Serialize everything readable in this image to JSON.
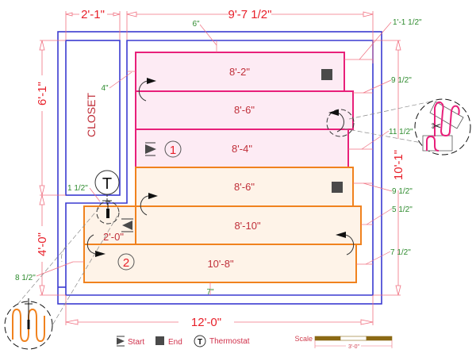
{
  "colors": {
    "wall": "#3a3ad0",
    "dimension": "#f07080",
    "dimension_text": "#e8202a",
    "clearance_text": "#2e8b2e",
    "mat1_stroke": "#e8207a",
    "mat1_fill": "#fdebf4",
    "mat2_stroke": "#f0821e",
    "mat2_fill": "#fef3e8",
    "marker": "#4a4a4a"
  },
  "room": {
    "closet_label": "CLOSET"
  },
  "dimensions": {
    "closet_width": "2'-1\"",
    "main_width": "9'-7 1/2\"",
    "total_width": "12'-0\"",
    "closet_depth": "6'-1\"",
    "lower_left": "4'-0\"",
    "total_height": "10'-1\""
  },
  "clearances": {
    "top": "6\"",
    "left_upper": "4\"",
    "right_top": "1'-1 1/2\"",
    "right_r2": "9 1/2\"",
    "right_r3": "11 1/2\"",
    "right_r4": "9 1/2\"",
    "right_r5": "5 1/2\"",
    "right_r6": "7 1/2\"",
    "thermostat": "1 1/2\"",
    "left_lower": "8 1/2\"",
    "bottom": "7\""
  },
  "mats": [
    {
      "id": "1",
      "runs": [
        {
          "label": "8'-2\"",
          "marker": "end"
        },
        {
          "label": "8'-6\"",
          "marker": "none"
        },
        {
          "label": "8'-4\"",
          "marker": "start"
        }
      ]
    },
    {
      "id": "2",
      "runs": [
        {
          "label": "8'-6\"",
          "marker": "end"
        },
        {
          "label": "8'-10\"",
          "marker": "start"
        },
        {
          "label": "2'-0\"",
          "marker": "none"
        },
        {
          "label": "10'-8\"",
          "marker": "none"
        }
      ]
    }
  ],
  "thermostat_symbol": "T",
  "legend": {
    "start": "Start",
    "end": "End",
    "thermostat": "Thermostat",
    "thermostat_symbol": "T"
  },
  "scale": {
    "label": "Scale",
    "length": "3'-0\""
  }
}
